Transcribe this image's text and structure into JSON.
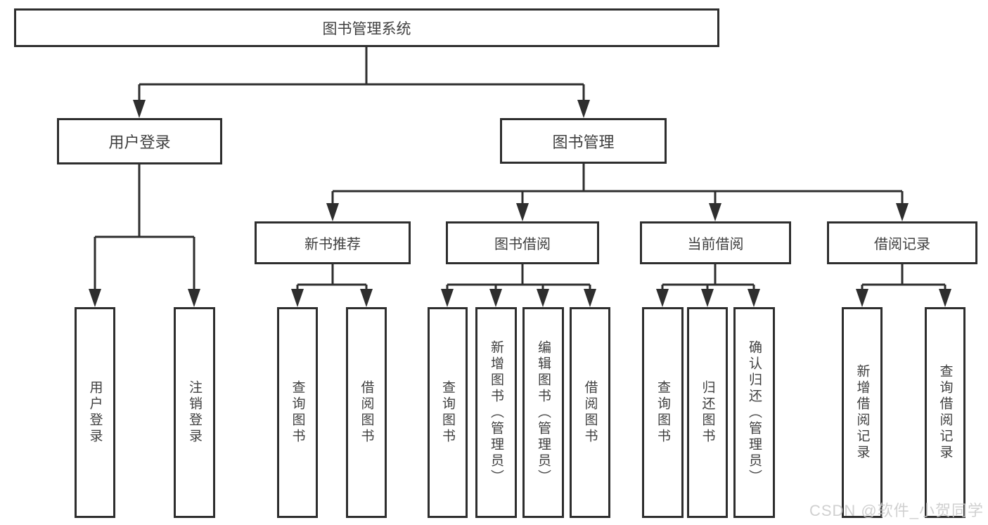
{
  "diagram_title": "图书管理系统",
  "nodes": {
    "root": "图书管理系统",
    "user_login": "用户登录",
    "book_mgmt": "图书管理",
    "leaf_user_login": "用户登录",
    "leaf_logout": "注销登录",
    "new_book_rec": "新书推荐",
    "nbr_query_book": "查询图书",
    "nbr_borrow_book": "借阅图书",
    "book_borrow": "图书借阅",
    "bb_query_book": "查询图书",
    "bb_add_book": "新增图书（管理员）",
    "bb_edit_book": "编辑图书（管理员）",
    "bb_borrow_book": "借阅图书",
    "current_borrow": "当前借阅",
    "cb_query_book": "查询图书",
    "cb_return_book": "归还图书",
    "cb_confirm_return": "确认归还（管理员）",
    "borrow_records": "借阅记录",
    "br_add_record": "新增借阅记录",
    "br_query_record": "查询借阅记录"
  },
  "hierarchy": {
    "图书管理系统": {
      "用户登录": [
        "用户登录",
        "注销登录"
      ],
      "图书管理": {
        "新书推荐": [
          "查询图书",
          "借阅图书"
        ],
        "图书借阅": [
          "查询图书",
          "新增图书（管理员）",
          "编辑图书（管理员）",
          "借阅图书"
        ],
        "当前借阅": [
          "查询图书",
          "归还图书",
          "确认归还（管理员）"
        ],
        "借阅记录": [
          "新增借阅记录",
          "查询借阅记录"
        ]
      }
    }
  },
  "watermark": {
    "text": "CSDN @软件_小贺同学"
  },
  "colors": {
    "line": "#2e2e2e",
    "box_border": "#2e2e2e",
    "text": "#3f3f3f",
    "watermark": "#c9c9c9",
    "background": "#ffffff"
  }
}
